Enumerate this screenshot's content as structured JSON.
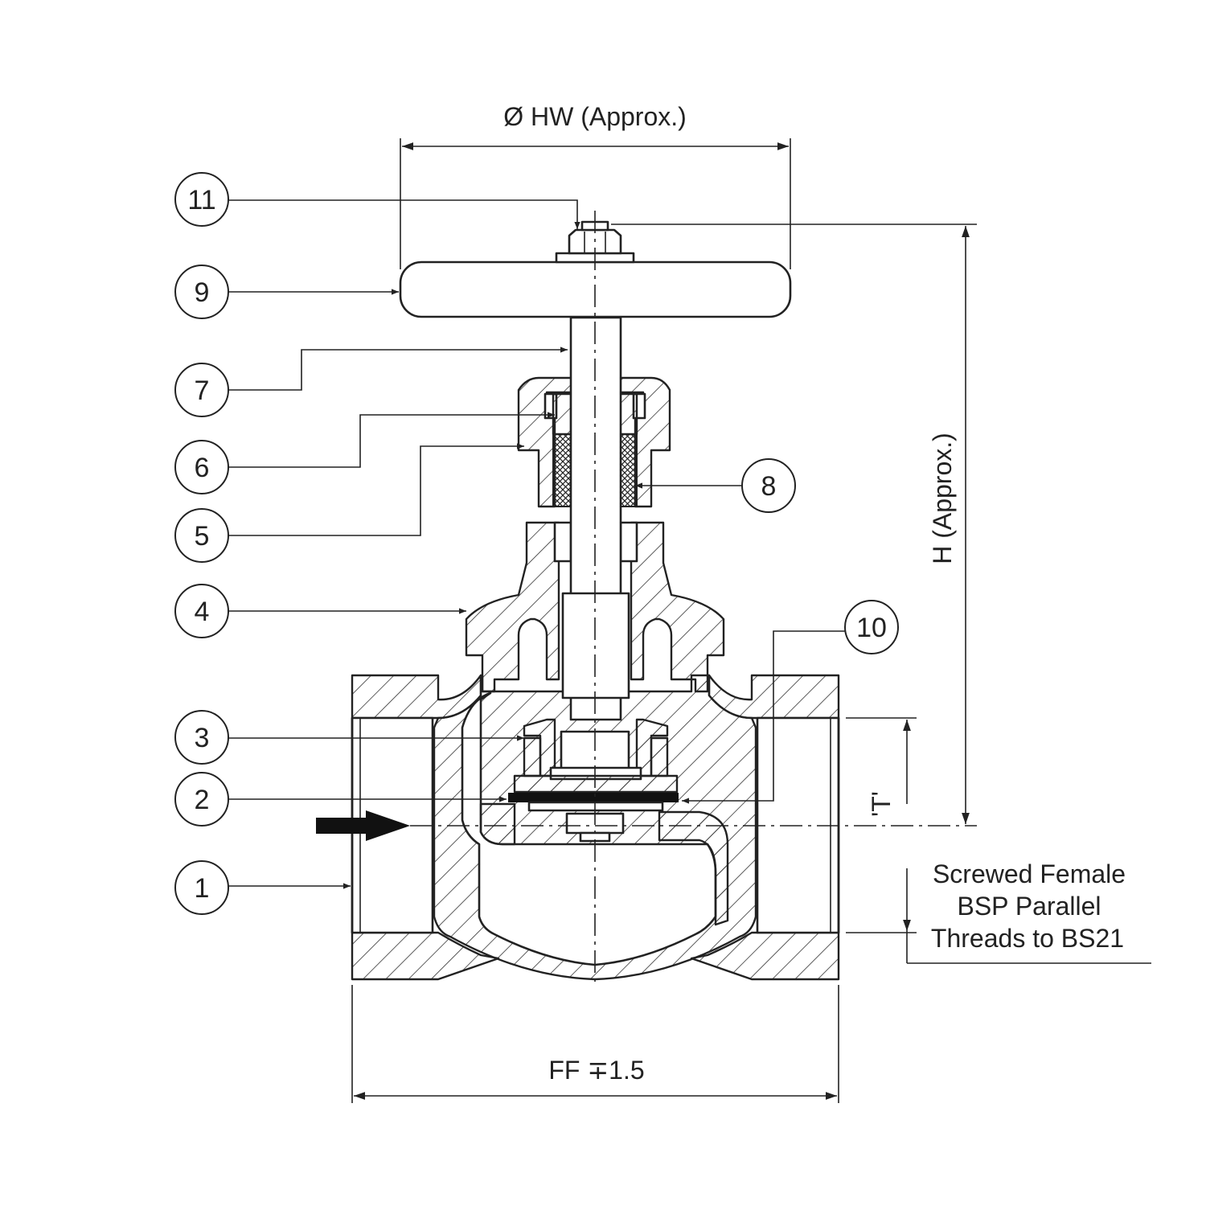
{
  "dimensions": {
    "handwheel_diameter": "Ø HW (Approx.)",
    "height": "H (Approx.)",
    "face_to_face": "FF ∓1.5",
    "thread": "'T'"
  },
  "note": {
    "line1": "Screwed Female",
    "line2": "BSP Parallel",
    "line3": "Threads  to BS21"
  },
  "balloons": [
    {
      "id": "1"
    },
    {
      "id": "2"
    },
    {
      "id": "3"
    },
    {
      "id": "4"
    },
    {
      "id": "5"
    },
    {
      "id": "6"
    },
    {
      "id": "7"
    },
    {
      "id": "8"
    },
    {
      "id": "9"
    },
    {
      "id": "10"
    },
    {
      "id": "11"
    }
  ]
}
